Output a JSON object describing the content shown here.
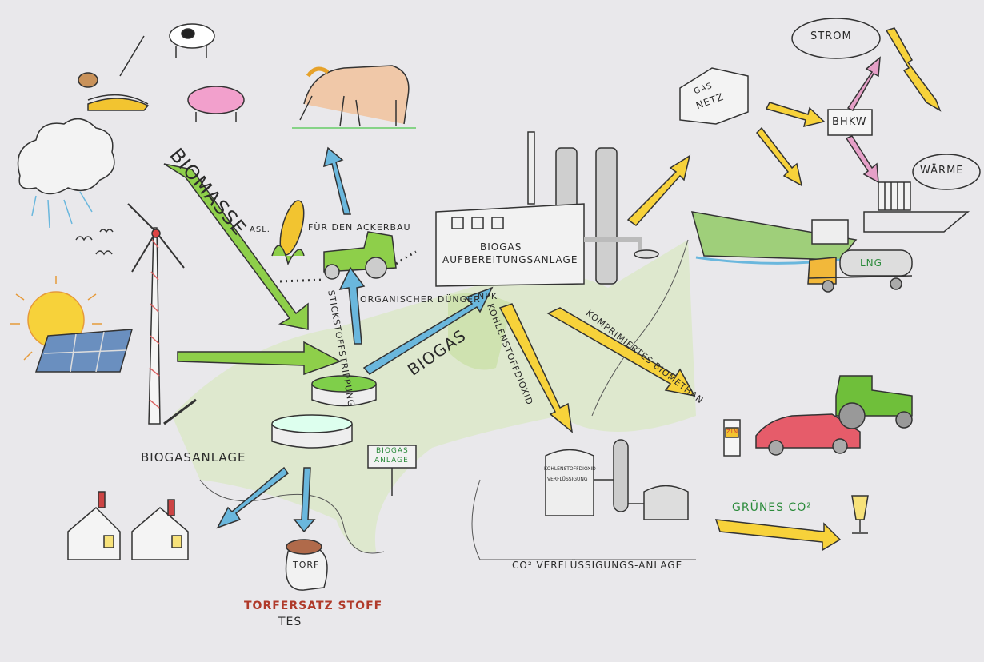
{
  "labels": {
    "biomasse": "BIOMASSE",
    "asl": "ASL.",
    "ackerbau": "FÜR DEN ACKERBAU",
    "plant": [
      "BIOGAS",
      "AUFBEREITUNGSANLAGE"
    ],
    "stickstoff": "STICKSTOFFSTRIPPUNG",
    "duenger": "ORGANISCHER DÜNGER",
    "npk": "NPK",
    "biogas": "BIOGAS",
    "co2": "KOHLENSTOFFDIOXID",
    "biomethan": "KOMPRIMIERTES BIOMETHAN",
    "gasnetz": [
      "GAS",
      "NETZ"
    ],
    "bhkw": "BHKW",
    "strom": "STROM",
    "waerme": "WÄRME",
    "lng": "LNG",
    "biogasanlage": "BIOGASANLAGE",
    "sign": [
      "BIOGAS",
      "ANLAGE"
    ],
    "torf": "TORF",
    "torfersatz": "TORFERSATZ STOFF",
    "tes": "TES",
    "gruenes_co2": "GRÜNES CO²",
    "co2_anlage": "CO² VERFLÜSSIGUNGS-ANLAGE",
    "tank": [
      "KOHLENSTOFFDIOXID",
      "VERFLÜSSIGUNG"
    ],
    "pump": "ZIN"
  },
  "colors": {
    "green": "#8ecf4a",
    "blue": "#6ab7dd",
    "yellow": "#f7d23a",
    "pink": "#e6a0c8",
    "paper": "#e9e8eb"
  }
}
